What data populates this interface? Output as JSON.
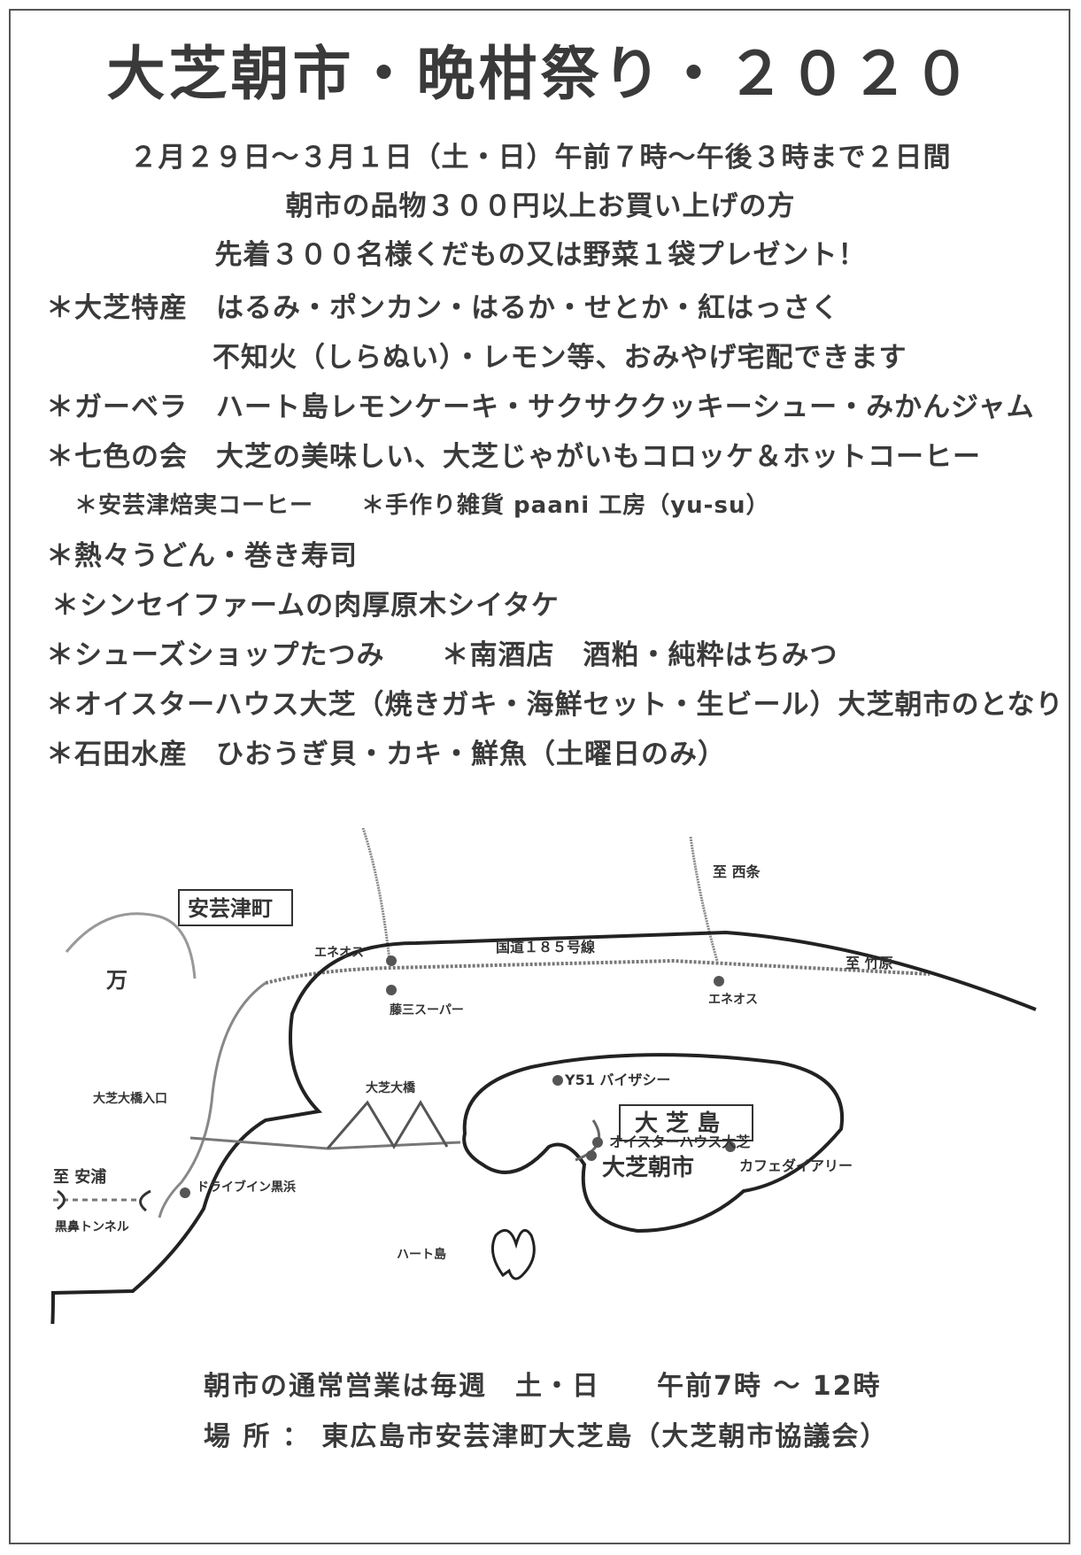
{
  "header": {
    "title": "大芝朝市・晩柑祭り・２０２０",
    "date_line": "２月２９日～３月１日（土・日）午前７時～午後３時まで２日間",
    "purchase_line": "朝市の品物３００円以上お買い上げの方",
    "gift_line": "先着３００名様くだもの又は野菜１袋プレゼント！"
  },
  "vendors": [
    "＊大芝特産　はるみ・ポンカン・はるか・せとか・紅はっさく",
    "不知火（しらぬい）・レモン等、おみやげ宅配できます",
    "＊ガーベラ　ハート島レモンケーキ・サクサククッキーシュー・みかんジャム",
    "＊七色の会　大芝の美味しい、大芝じゃがいもコロッケ＆ホットコーヒー",
    "＊安芸津焙実コーヒー　　＊手作り雑貨 paani 工房（yu-su）",
    "＊熱々うどん・巻き寿司",
    "＊シンセイファームの肉厚原木シイタケ",
    "＊シューズショップたつみ　　＊南酒店　酒粕・純粋はちみつ",
    "＊オイスターハウス大芝（焼きガキ・海鮮セット・生ビール）大芝朝市のとなり",
    "＊石田水産　ひおうぎ貝・カキ・鮮魚（土曜日のみ）"
  ],
  "map": {
    "town_label": "安芸津町",
    "kanji_man": "万",
    "to_saijo": "至 西条",
    "to_takehara": "至 竹原",
    "to_yasuura": "至 安浦",
    "route": "国道１８５号線",
    "eneos_left": "エネオス",
    "eneos_right": "エネオス",
    "fujizo": "藤三スーパー",
    "bridge_entrance": "大芝大橋入口",
    "bridge": "大芝大橋",
    "drive_in": "ドライブイン黒浜",
    "tunnel": "黒鼻トンネル",
    "heart_island": "ハート島",
    "y51": "Y51 バイザシー",
    "island_label": "大 芝 島",
    "oyster_house": "オイスターハウス大芝",
    "asaichi": "大芝朝市",
    "cafe": "カフェダイアリー"
  },
  "footer": {
    "hours": "朝市の通常営業は毎週　土・日　　午前7時 ～ 12時",
    "place": "場 所 ： 東広島市安芸津町大芝島（大芝朝市協議会）"
  }
}
